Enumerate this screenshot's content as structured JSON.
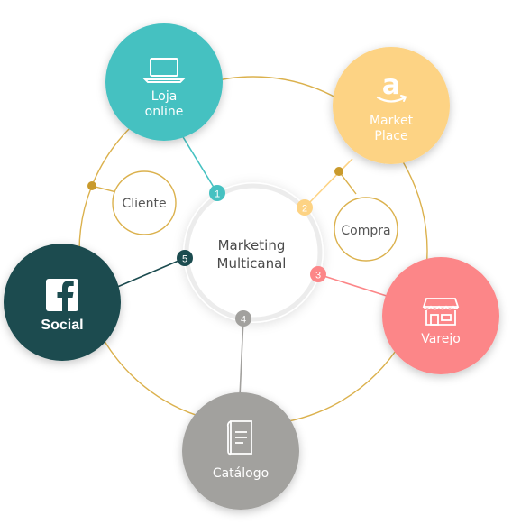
{
  "center": {
    "line1": "Marketing",
    "line2": "Multicanal"
  },
  "channels": [
    {
      "number": "1",
      "line1": "Loja",
      "line2": "online",
      "icon": "laptop-icon",
      "color": "#45c1c1"
    },
    {
      "number": "2",
      "line1": "Market",
      "line2": "Place",
      "icon": "amazon-logo-icon",
      "color": "#fdd384"
    },
    {
      "number": "3",
      "line1": "Varejo",
      "line2": "",
      "icon": "storefront-icon",
      "color": "#fc8688"
    },
    {
      "number": "4",
      "line1": "Catálogo",
      "line2": "",
      "icon": "catalog-book-icon",
      "color": "#a2a19e"
    },
    {
      "number": "5",
      "line1": "Social",
      "line2": "",
      "icon": "facebook-icon",
      "color": "#1b4b4f"
    }
  ],
  "notes": [
    {
      "label": "Cliente"
    },
    {
      "label": "Compra"
    }
  ],
  "ring_color": "#dbb14d"
}
